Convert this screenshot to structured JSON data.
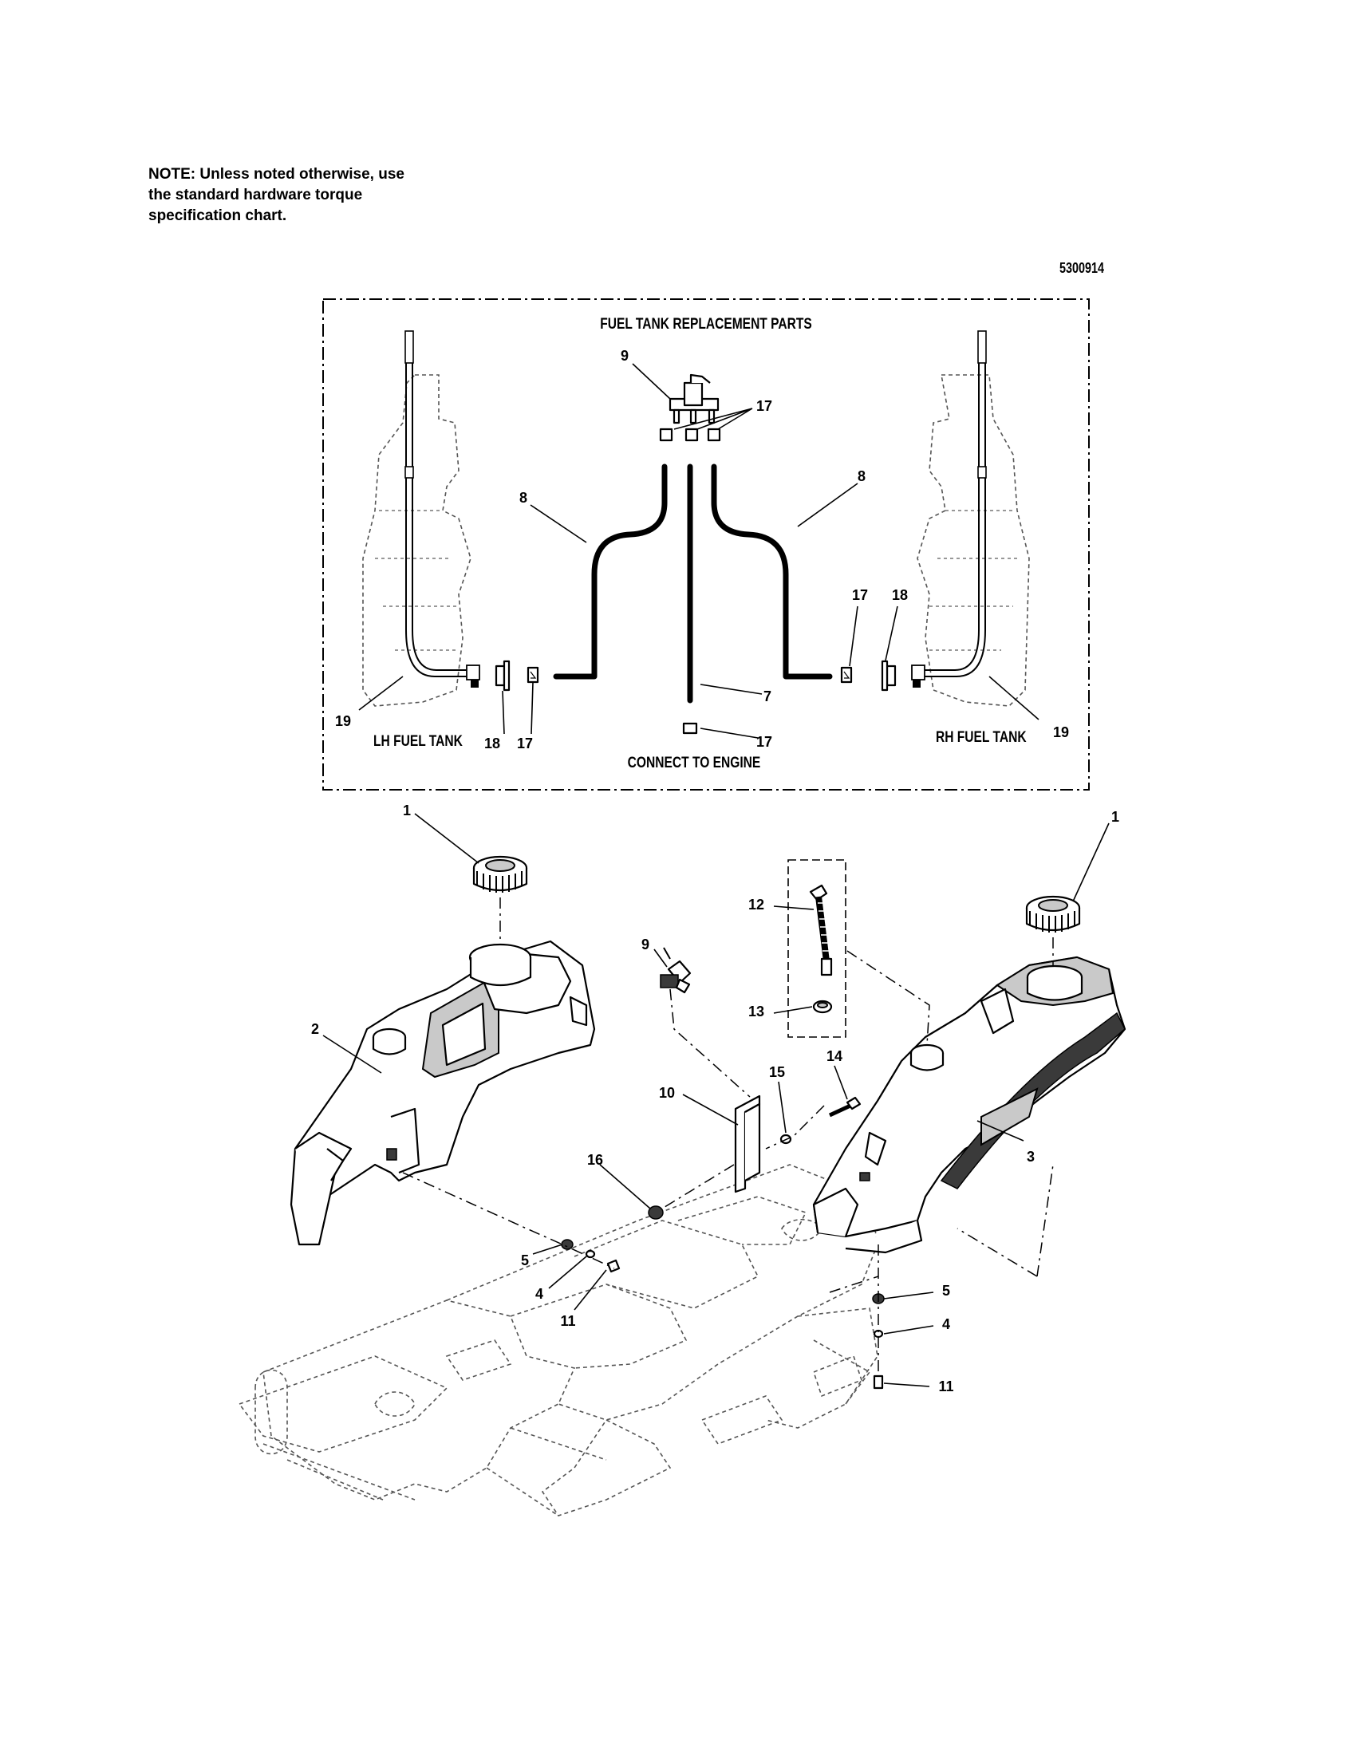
{
  "note": {
    "line1": "NOTE: Unless noted otherwise, use",
    "line2": "the standard hardware torque",
    "line3": "specification chart."
  },
  "figure_number": "5300914",
  "inset": {
    "title": "FUEL TANK REPLACEMENT PARTS",
    "lh_label": "LH FUEL TANK",
    "rh_label": "RH FUEL TANK",
    "engine_label": "CONNECT TO ENGINE"
  },
  "callouts": {
    "n1": "1",
    "n2": "2",
    "n3": "3",
    "n4": "4",
    "n5": "5",
    "n7": "7",
    "n8": "8",
    "n9": "9",
    "n10": "10",
    "n11": "11",
    "n12": "12",
    "n13": "13",
    "n14": "14",
    "n15": "15",
    "n16": "16",
    "n17": "17",
    "n18": "18",
    "n19": "19"
  }
}
